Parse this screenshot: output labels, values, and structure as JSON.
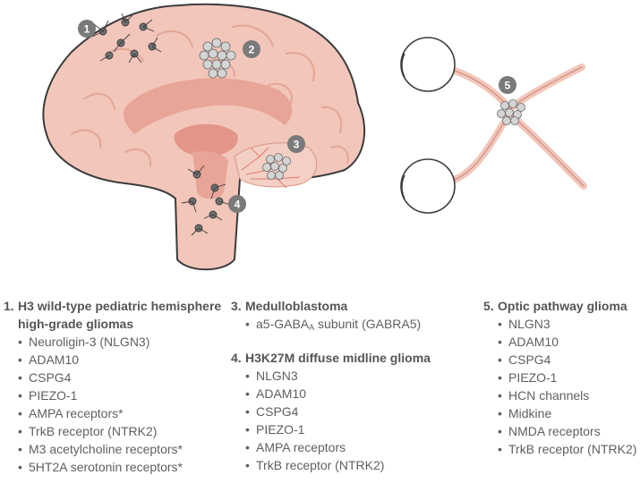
{
  "badges": [
    "1",
    "2",
    "3",
    "4",
    "5"
  ],
  "colors": {
    "brain_fill": "#f2c6bb",
    "brain_outline": "#3b3b3b",
    "inner_structure": "#e8a597",
    "badge": "#7a7a7a",
    "tumor_cluster": "#cfcfcf",
    "text": "#5f5f5f"
  },
  "legend": {
    "group1": {
      "number": "1.",
      "title": "H3 wild-type pediatric hemisphere high-grade gliomas",
      "items": [
        "Neuroligin-3 (NLGN3)",
        "ADAM10",
        "CSPG4",
        "PIEZO-1",
        "AMPA receptors*",
        "TrkB receptor (NTRK2)",
        "M3 acetylcholine receptors*",
        "5HT2A serotonin receptors*"
      ]
    },
    "group3": {
      "number": "3.",
      "title": "Medulloblastoma",
      "item_prefix": "a5-GABA",
      "item_sub": "A",
      "item_suffix": " subunit (GABRA5)"
    },
    "group4": {
      "number": "4.",
      "title": "H3K27M diffuse midline glioma",
      "items": [
        "NLGN3",
        "ADAM10",
        "CSPG4",
        "PIEZO-1",
        "AMPA receptors",
        "TrkB receptor (NTRK2)"
      ]
    },
    "group5": {
      "number": "5.",
      "title": "Optic pathway glioma",
      "items": [
        "NLGN3",
        "ADAM10",
        "CSPG4",
        "PIEZO-1",
        "HCN channels",
        "Midkine",
        "NMDA receptors",
        "TrkB receptor (NTRK2)"
      ]
    }
  }
}
